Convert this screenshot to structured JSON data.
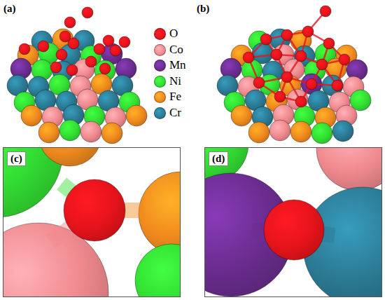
{
  "diagram": {
    "labels": [
      "(a)",
      "(b)",
      "(c)",
      "(d)"
    ],
    "legend": [
      {
        "text": "O",
        "color": "#e8141b"
      },
      {
        "text": "Co",
        "color": "#f08a8f"
      },
      {
        "text": "Mn",
        "color": "#6b2d90"
      },
      {
        "text": "Ni",
        "color": "#33e033"
      },
      {
        "text": "Fe",
        "color": "#f08a1e"
      },
      {
        "text": "Cr",
        "color": "#2b7a94"
      }
    ]
  }
}
